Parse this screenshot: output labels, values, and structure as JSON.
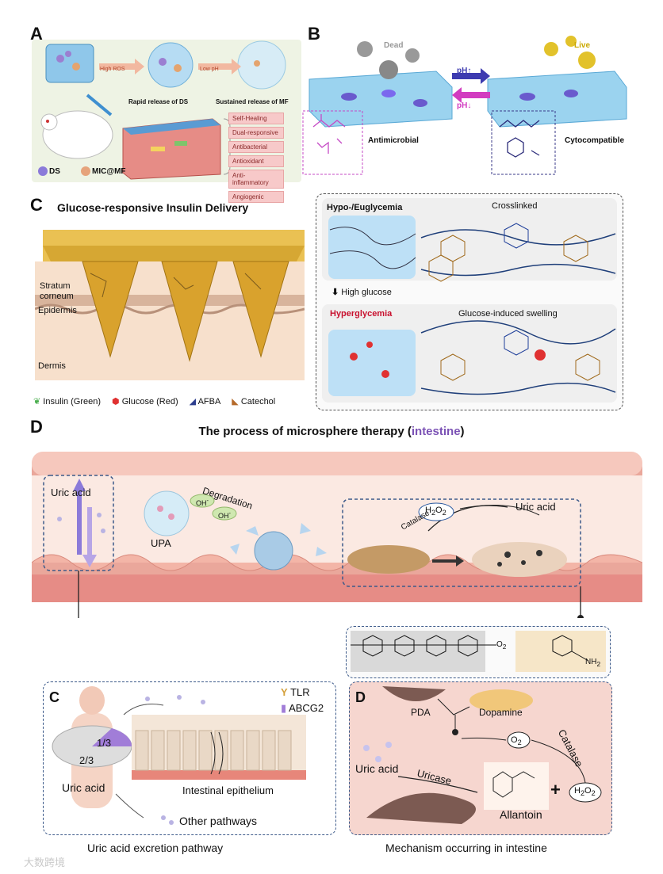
{
  "panel_a": {
    "letter": "A",
    "arrow1": "High ROS",
    "arrow2": "Low pH",
    "label_rapid": "Rapid release of DS",
    "label_sustained": "Sustained release of MF",
    "properties": [
      "Self-Healing",
      "Dual-responsive",
      "Antibacterial",
      "Antioxidant",
      "Anti-inflammatory",
      "Angiogenic"
    ],
    "legend": [
      "DS",
      "MIC@MF"
    ]
  },
  "panel_b": {
    "letter": "B",
    "dead": "Dead",
    "live": "Live",
    "ph_up": "pH",
    "ph_down": "pH",
    "left_label": "Antimicrobial",
    "right_label": "Cytocompatible"
  },
  "panel_c": {
    "letter": "C",
    "title": "Glucose-responsive Insulin Delivery",
    "layers": [
      "Stratum corneum",
      "Epidermis",
      "Dermis"
    ],
    "state_top": "Hypo-/Euglycemia",
    "state_top_desc": "Crosslinked",
    "transition": "High glucose",
    "state_bottom": "Hyperglycemia",
    "state_bottom_desc": "Glucose-induced swelling",
    "legend": [
      "Insulin (Green)",
      "Glucose (Red)",
      "AFBA",
      "Catechol"
    ]
  },
  "panel_d": {
    "letter": "D",
    "title_main": "The process of microsphere therapy (",
    "title_emph": "intestine",
    "title_end": ")",
    "uric_acid": "Uric acid",
    "upa": "UPA",
    "oh": "OH",
    "degradation": "Degradation",
    "catalase": "Catalase",
    "h2o2": "H",
    "uric_acid_right": "Uric acid",
    "o2": "O",
    "nh2": "NH",
    "sub_c": {
      "letter": "C",
      "tlr": "TLR",
      "abcg2": "ABCG2",
      "frac_a": "1/3",
      "frac_b": "2/3",
      "uric": "Uric acid",
      "epithelium": "Intestinal epithelium",
      "other": "Other pathways",
      "caption": "Uric acid excretion pathway"
    },
    "sub_d": {
      "letter": "D",
      "pda": "PDA",
      "dopamine": "Dopamine",
      "o2": "O",
      "catalase": "Catalase",
      "uric": "Uric acid",
      "uricase": "Uricase",
      "allantoin": "Allantoin",
      "plus": "+",
      "h2o2": "H",
      "caption": "Mechanism occurring in intestine"
    }
  },
  "watermark": "大数跨境",
  "colors": {
    "red_title": "#c8102e",
    "purple": "#7b52b5",
    "pink_tissue": "#f3b5a7",
    "gold": "#e2b13c"
  }
}
